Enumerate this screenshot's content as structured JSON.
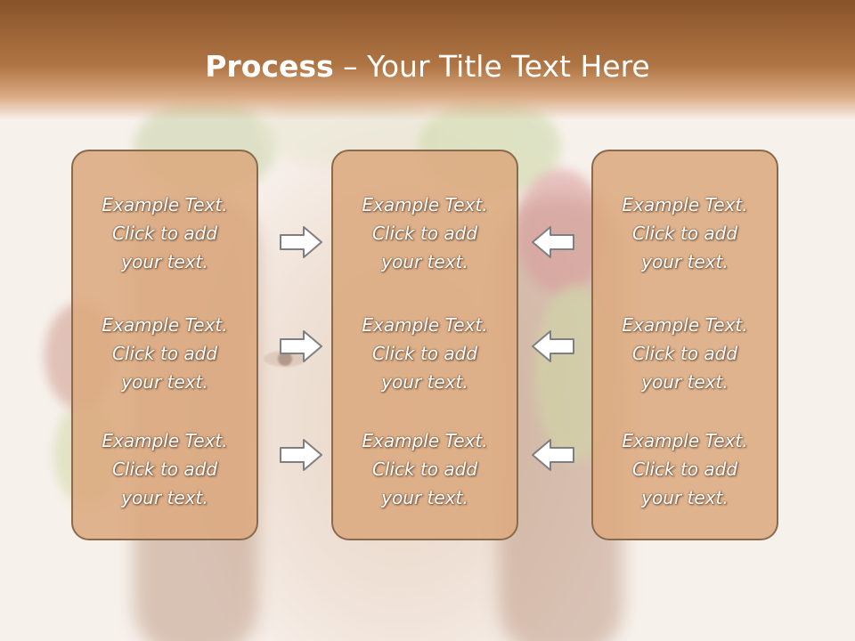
{
  "slide": {
    "title_bold": "Process",
    "title_rest": " – Your Title Text Here"
  },
  "columns": [
    {
      "entries": [
        [
          "Example Text.",
          "Click  to add",
          "your text."
        ],
        [
          "Example Text.",
          "Click  to add",
          "your text."
        ],
        [
          "Example Text.",
          "Click  to add",
          "your text."
        ]
      ]
    },
    {
      "entries": [
        [
          "Example Text.",
          "Click  to add",
          "your text."
        ],
        [
          "Example Text.",
          "Click  to add",
          "your text."
        ],
        [
          "Example Text.",
          "Click  to add",
          "your text."
        ]
      ]
    },
    {
      "entries": [
        [
          "Example Text.",
          "Click  to add",
          "your text."
        ],
        [
          "Example Text.",
          "Click  to add",
          "your text."
        ],
        [
          "Example Text.",
          "Click  to add",
          "your text."
        ]
      ]
    }
  ],
  "arrows": {
    "left_group": "arrow-right-icon",
    "right_group": "arrow-left-icon"
  },
  "colors": {
    "title_bar": "#88532a",
    "box_fill": "#dcaa80",
    "box_border": "#8a6a4d",
    "arrow_fill": "#ffffff",
    "arrow_stroke": "#7f7f7f"
  }
}
